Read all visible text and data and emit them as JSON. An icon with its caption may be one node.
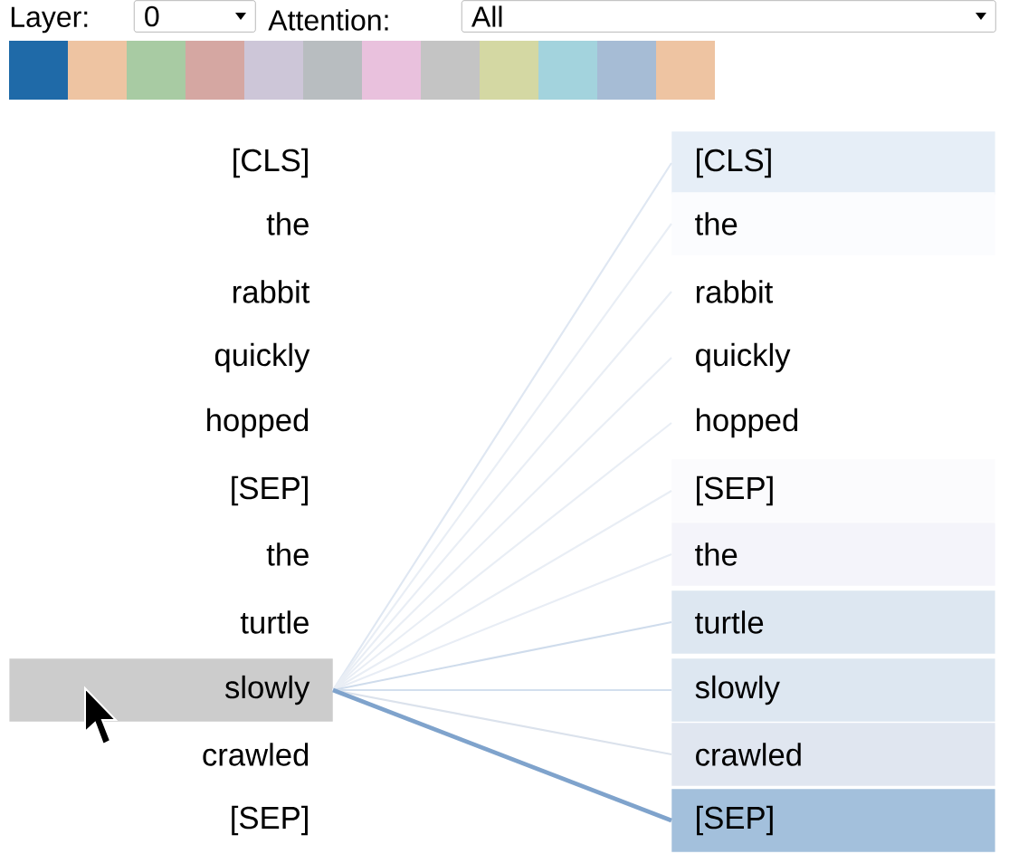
{
  "diagram": {
    "nodes": [
      {
        "text": [
          "0"
        ]
      },
      {
        "text": [
          "All"
        ]
      },
      {
        "text": [
          "[CLS]"
        ]
      },
      {
        "text": [
          "the"
        ]
      },
      {
        "text": [
          "rabbit"
        ]
      },
      {
        "text": [
          "quickly"
        ]
      },
      {
        "text": [
          "hopped"
        ]
      },
      {
        "text": [
          "[SEP]"
        ]
      },
      {
        "text": [
          "the"
        ]
      },
      {
        "text": [
          "turtle"
        ]
      },
      {
        "text": [
          "slowly"
        ]
      },
      {
        "text": [
          "crawled"
        ]
      },
      {
        "text": [
          "[SEP]"
        ]
      },
      {
        "text": [
          "[CLS]"
        ]
      },
      {
        "text": [
          "the"
        ]
      },
      {
        "text": [
          "rabbit"
        ]
      },
      {
        "text": [
          "quickly"
        ]
      },
      {
        "text": [
          "hopped"
        ]
      },
      {
        "text": [
          "[SEP]"
        ]
      },
      {
        "text": [
          "the"
        ]
      },
      {
        "text": [
          "turtle"
        ]
      },
      {
        "text": [
          "slowly"
        ]
      },
      {
        "text": [
          "crawled"
        ]
      },
      {
        "text": [
          "[SEP]"
        ]
      }
    ],
    "edges": [
      {
        "from": 10,
        "to": 13,
        "arrow": "none",
        "color": "#dfe7f2"
      },
      {
        "from": 10,
        "to": 14,
        "arrow": "none"
      },
      {
        "from": 10,
        "to": 15,
        "arrow": "none"
      },
      {
        "from": 10,
        "to": 16,
        "arrow": "none"
      },
      {
        "from": 10,
        "to": 17,
        "arrow": "none"
      },
      {
        "from": 10,
        "to": 18,
        "arrow": "none"
      },
      {
        "from": 10,
        "to": 19,
        "arrow": "none",
        "color": "#e8edf5"
      },
      {
        "from": 10,
        "to": 20,
        "arrow": "none",
        "color": "#cfdcec"
      },
      {
        "from": 10,
        "to": 21,
        "arrow": "none",
        "color": "#d3dfee"
      },
      {
        "from": 10,
        "to": 22,
        "arrow": "none",
        "color": "#dbe2ec"
      },
      {
        "from": 10,
        "to": 23,
        "arrow": "none",
        "style": "thick",
        "color": "#7fa3cc"
      }
    ],
    "labels": [
      "Layer:",
      "Attention:"
    ]
  }
}
